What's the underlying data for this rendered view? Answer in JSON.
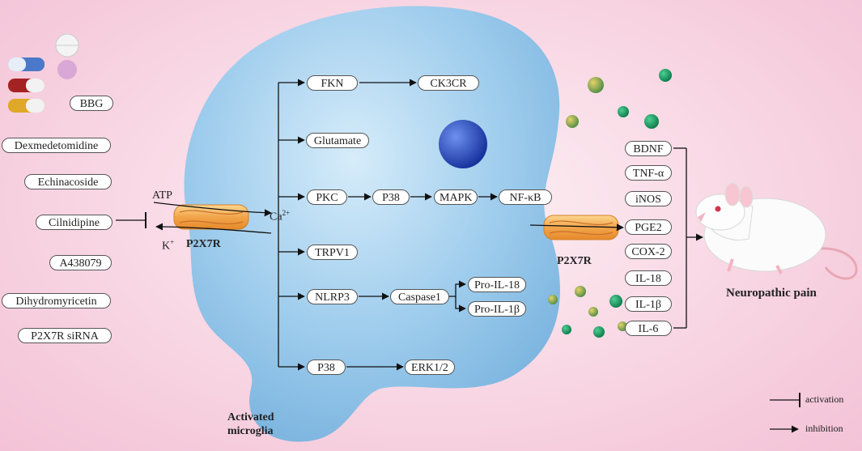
{
  "drugs": [
    "BBG",
    "Dexmedetomidine",
    "Echinacoside",
    "Cilnidipine",
    "A438079",
    "Dihydromyricetin",
    "P2X7R siRNA"
  ],
  "receptor_label": "P2X7R",
  "atp": "ATP",
  "k_ion": "K",
  "k_sup": "+",
  "ca_ion": "Ca",
  "ca_sup": "2+",
  "cell_label": [
    "Activated",
    "microglia"
  ],
  "pathway": {
    "fkn": "FKN",
    "ck3cr": "CK3CR",
    "glutamate": "Glutamate",
    "pkc": "PKC",
    "p38a": "P38",
    "mapk": "MAPK",
    "nfkb": "NF-κB",
    "trpv1": "TRPV1",
    "nlrp3": "NLRP3",
    "caspase1": "Caspase1",
    "pro_il18": "Pro-IL-18",
    "pro_il1b": "Pro-IL-1β",
    "p38b": "P38",
    "erk": "ERK1/2"
  },
  "mediators": [
    "BDNF",
    "TNF-α",
    "iNOS",
    "PGE2",
    "COX-2",
    "IL-18",
    "IL-1β",
    "IL-6"
  ],
  "outcome": "Neuropathic pain",
  "legend": {
    "activation": "activation",
    "inhibition": "inhibition"
  },
  "colors": {
    "cell": "#8fc1e6",
    "receptor": "#f2a54a",
    "nucleus": "#1f45b8",
    "particle": "#14935e"
  }
}
